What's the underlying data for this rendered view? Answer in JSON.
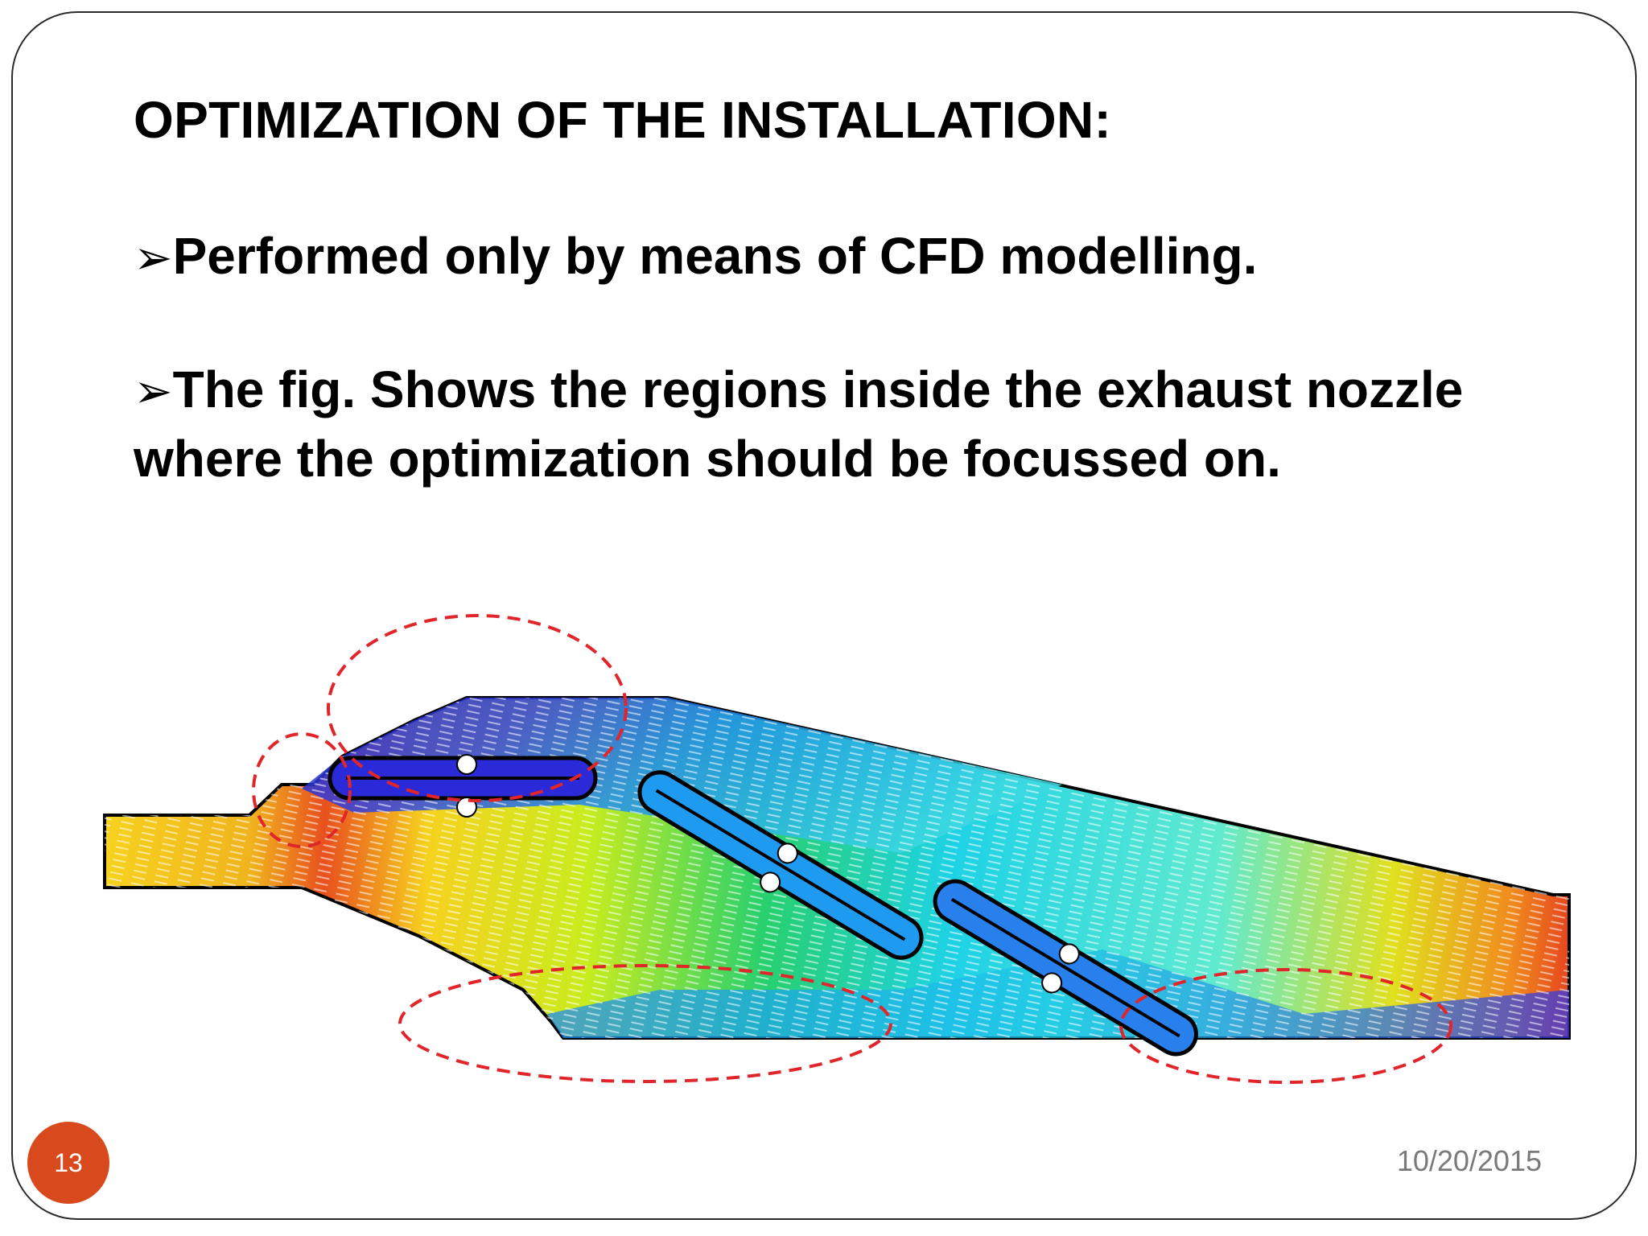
{
  "slide": {
    "title": "OPTIMIZATION OF THE INSTALLATION:",
    "bullet_marker": "➢",
    "bullets": [
      "Performed only by means of CFD modelling.",
      "The fig. Shows the regions inside the exhaust nozzle where the optimization should be focussed on."
    ],
    "page_number": "13",
    "date": "10/20/2015"
  },
  "figure": {
    "subject": "CFD velocity contour of exhaust nozzle with three elongated slotted bodies",
    "highlight_color": "#e0262a",
    "outline_color": "#000000",
    "colormap": [
      "#2a2ad8",
      "#1e8cf0",
      "#1ed2e6",
      "#28e07a",
      "#c8ec1e",
      "#f6d21e",
      "#f08c1e",
      "#e6461e"
    ]
  }
}
